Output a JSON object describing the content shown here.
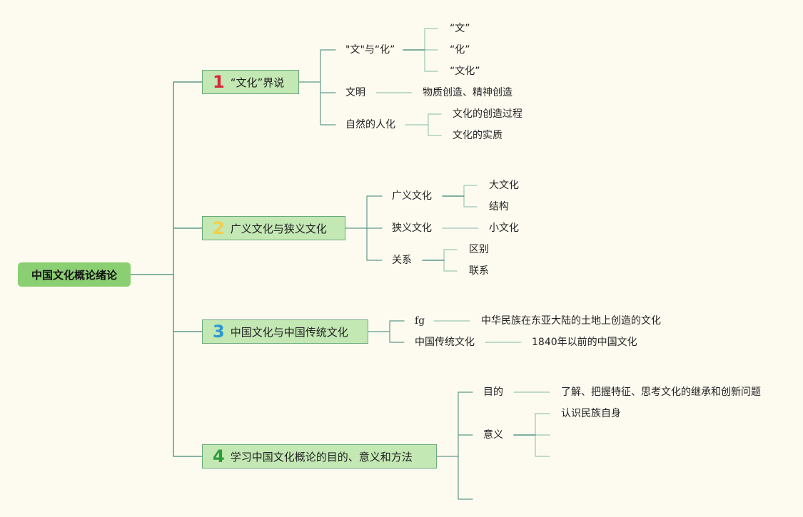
{
  "root": "中国文化概论绪论",
  "branches": [
    {
      "num": "1",
      "num_color": "#d8283a",
      "label": "“文化”界说",
      "children": [
        {
          "label": "\"文\"与“化”",
          "children": [
            "“文”",
            "“化”",
            "“文化”"
          ]
        },
        {
          "label": "文明",
          "children": [
            "物质创造、精神创造"
          ]
        },
        {
          "label": "自然的人化",
          "children": [
            "文化的创造过程",
            "文化的实质"
          ]
        }
      ]
    },
    {
      "num": "2",
      "num_color": "#f2cf4a",
      "label": "广义文化与狭义文化",
      "children": [
        {
          "label": "广义文化",
          "children": [
            "大文化",
            "结构"
          ]
        },
        {
          "label": "狭义文化",
          "children": [
            "小文化"
          ]
        },
        {
          "label": "关系",
          "children": [
            "区别",
            "联系"
          ]
        }
      ]
    },
    {
      "num": "3",
      "num_color": "#2b97d4",
      "label": "中国文化与中国传统文化",
      "children": [
        {
          "label": "fg",
          "children": [
            "中华民族在东亚大陆的土地上创造的文化"
          ]
        },
        {
          "label": "中国传统文化",
          "children": [
            "1840年以前的中国文化"
          ]
        }
      ]
    },
    {
      "num": "4",
      "num_color": "#2e9b3a",
      "label": "学习中国文化概论的目的、意义和方法",
      "children": [
        {
          "label": "目的",
          "children": [
            "了解、把握特征、思考文化的继承和创新问题"
          ]
        },
        {
          "label": "意义",
          "children": [
            "认识民族自身",
            "",
            ""
          ]
        },
        {
          "label": "",
          "children": []
        }
      ]
    }
  ],
  "colors": {
    "line": "#5e9a8a",
    "line_light": "#9cc7b4",
    "node_fill": "#c3e8b4",
    "root_fill": "#8bcf73",
    "background": "#fdfbf0"
  }
}
